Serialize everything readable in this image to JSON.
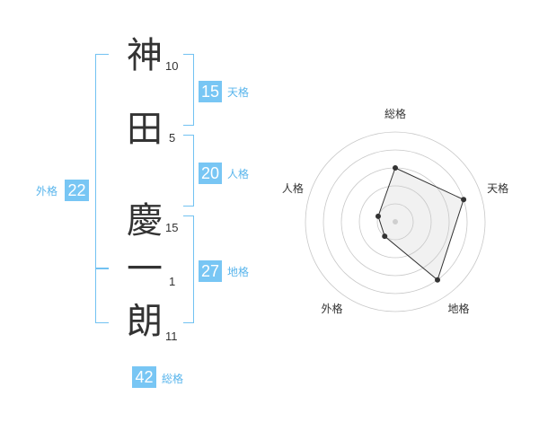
{
  "name": {
    "characters": [
      {
        "char": "神",
        "strokes": "10"
      },
      {
        "char": "田",
        "strokes": "5"
      },
      {
        "char": "慶",
        "strokes": "15"
      },
      {
        "char": "一",
        "strokes": "1"
      },
      {
        "char": "朗",
        "strokes": "11"
      }
    ]
  },
  "fortunes": {
    "tenkaku": {
      "label": "天格",
      "value": "15"
    },
    "jinkaku": {
      "label": "人格",
      "value": "20"
    },
    "chikaku": {
      "label": "地格",
      "value": "27"
    },
    "gaikaku": {
      "label": "外格",
      "value": "22"
    },
    "soukaku": {
      "label": "総格",
      "value": "42"
    }
  },
  "colors": {
    "accent": "#78c6f4",
    "bracket": "#72c2f2",
    "label": "#59b5ec",
    "text": "#333333"
  },
  "chart_data": {
    "type": "radar",
    "axes": [
      "総格",
      "天格",
      "地格",
      "外格",
      "人格"
    ],
    "values": [
      3,
      4,
      4,
      1,
      1
    ],
    "max": 5,
    "rings": 5
  }
}
